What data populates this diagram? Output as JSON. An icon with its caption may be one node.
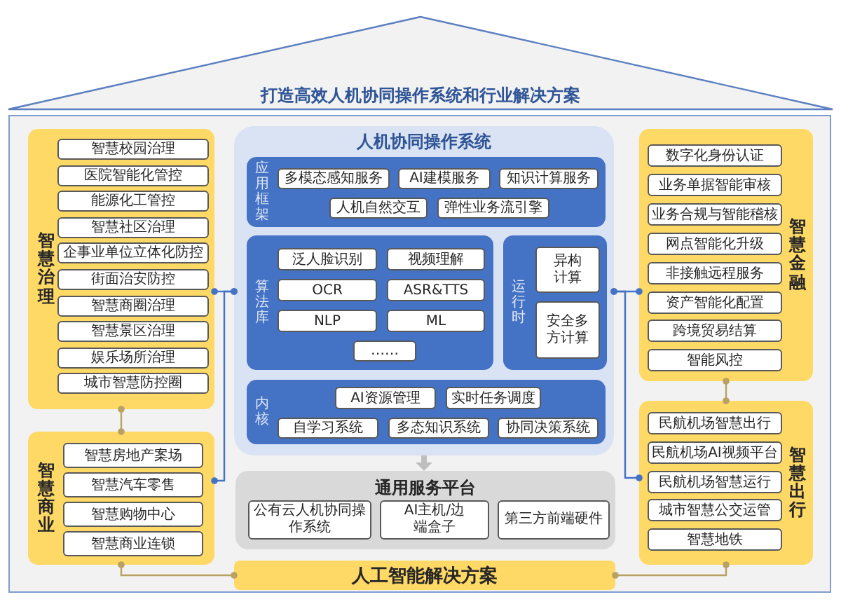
{
  "diagram": {
    "title": "打造高效人机协同操作系统和行业解决方案",
    "nodes": [
      {
        "text": [
          "智慧治理"
        ]
      },
      {
        "text": [
          "智慧校园治理"
        ],
        "in": 0
      },
      {
        "text": [
          "医院智能化管控"
        ],
        "in": 0
      },
      {
        "text": [
          "能源化工管控"
        ],
        "in": 0
      },
      {
        "text": [
          "智慧社区治理"
        ],
        "in": 0
      },
      {
        "text": [
          "企事业单位立体化防控"
        ],
        "in": 0
      },
      {
        "text": [
          "街面治安防控"
        ],
        "in": 0
      },
      {
        "text": [
          "智慧商圈治理"
        ],
        "in": 0
      },
      {
        "text": [
          "智慧景区治理"
        ],
        "in": 0
      },
      {
        "text": [
          "娱乐场所治理"
        ],
        "in": 0
      },
      {
        "text": [
          "城市智慧防控圈"
        ],
        "in": 0
      },
      {
        "text": [
          "智慧商业"
        ]
      },
      {
        "text": [
          "智慧房地产案场"
        ],
        "in": 11
      },
      {
        "text": [
          "智慧汽车零售"
        ],
        "in": 11
      },
      {
        "text": [
          "智慧购物中心"
        ],
        "in": 11
      },
      {
        "text": [
          "智慧商业连锁"
        ],
        "in": 11
      },
      {
        "text": [
          "人机协同操作系统"
        ]
      },
      {
        "text": [
          "应用框架"
        ],
        "in": 16
      },
      {
        "text": [
          "多模态感知服务"
        ],
        "in": 17
      },
      {
        "text": [
          "AI建模服务"
        ],
        "in": 17
      },
      {
        "text": [
          "知识计算服务"
        ],
        "in": 17
      },
      {
        "text": [
          "人机自然交互"
        ],
        "in": 17
      },
      {
        "text": [
          "弹性业务流引擎"
        ],
        "in": 17
      },
      {
        "text": [
          "算法库"
        ],
        "in": 16
      },
      {
        "text": [
          "泛人脸识别"
        ],
        "in": 23
      },
      {
        "text": [
          "视频理解"
        ],
        "in": 23
      },
      {
        "text": [
          "OCR"
        ],
        "in": 23
      },
      {
        "text": [
          "ASR&TTS"
        ],
        "in": 23
      },
      {
        "text": [
          "NLP"
        ],
        "in": 23
      },
      {
        "text": [
          "ML"
        ],
        "in": 23
      },
      {
        "text": [
          "……"
        ],
        "in": 23
      },
      {
        "text": [
          "运行时"
        ],
        "in": 16
      },
      {
        "text": [
          "异构计算"
        ],
        "in": 31
      },
      {
        "text": [
          "安全多方计算"
        ],
        "in": 31
      },
      {
        "text": [
          "内核"
        ],
        "in": 16
      },
      {
        "text": [
          "AI资源管理"
        ],
        "in": 34
      },
      {
        "text": [
          "实时任务调度"
        ],
        "in": 34
      },
      {
        "text": [
          "自学习系统"
        ],
        "in": 34
      },
      {
        "text": [
          "多态知识系统"
        ],
        "in": 34
      },
      {
        "text": [
          "协同决策系统"
        ],
        "in": 34
      },
      {
        "text": [
          "通用服务平台"
        ]
      },
      {
        "text": [
          "公有云人机协同操作系统"
        ],
        "in": 40
      },
      {
        "text": [
          "AI主机/边端盒子"
        ],
        "in": 40
      },
      {
        "text": [
          "第三方前端硬件"
        ],
        "in": 40
      },
      {
        "text": [
          "智慧金融"
        ]
      },
      {
        "text": [
          "数字化身份认证"
        ],
        "in": 44
      },
      {
        "text": [
          "业务单据智能审核"
        ],
        "in": 44
      },
      {
        "text": [
          "业务合规与智能稽核"
        ],
        "in": 44
      },
      {
        "text": [
          "网点智能化升级"
        ],
        "in": 44
      },
      {
        "text": [
          "非接触远程服务"
        ],
        "in": 44
      },
      {
        "text": [
          "资产智能化配置"
        ],
        "in": 44
      },
      {
        "text": [
          "跨境贸易结算"
        ],
        "in": 44
      },
      {
        "text": [
          "智能风控"
        ],
        "in": 44
      },
      {
        "text": [
          "智慧出行"
        ]
      },
      {
        "text": [
          "民航机场智慧出行"
        ],
        "in": 53
      },
      {
        "text": [
          "民航机场AI视频平台"
        ],
        "in": 53
      },
      {
        "text": [
          "民航机场智慧运行"
        ],
        "in": 53
      },
      {
        "text": [
          "城市智慧公交运管"
        ],
        "in": 53
      },
      {
        "text": [
          "智慧地铁"
        ],
        "in": 53
      },
      {
        "text": [
          "人工智能解决方案"
        ]
      }
    ],
    "edges": [
      {
        "from": 0,
        "to": 11,
        "arrow": "other"
      },
      {
        "from": 11,
        "to": 59,
        "arrow": "other"
      },
      {
        "from": 44,
        "to": 53,
        "arrow": "other"
      },
      {
        "from": 53,
        "to": 59,
        "arrow": "other"
      },
      {
        "from": 16,
        "to": 0,
        "arrow": "other",
        "color": "#4472c4"
      },
      {
        "from": 16,
        "to": 11,
        "arrow": "other",
        "color": "#4472c4"
      },
      {
        "from": 16,
        "to": 44,
        "arrow": "other",
        "color": "#4472c4"
      },
      {
        "from": 16,
        "to": 53,
        "arrow": "other",
        "color": "#4472c4"
      },
      {
        "from": 16,
        "to": 40,
        "arrow": "to",
        "style": "thick",
        "color": "#bfbfbf"
      }
    ]
  }
}
